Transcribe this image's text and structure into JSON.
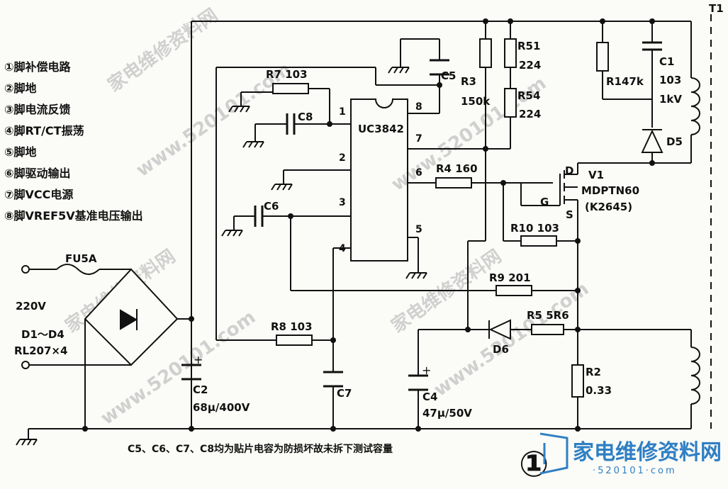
{
  "legend": [
    "①脚补偿电路",
    "②脚地",
    "③脚电流反馈",
    "④脚RT/CT振荡",
    "⑤脚地",
    "⑥脚驱动输出",
    "⑦脚VCC电源",
    "⑧脚VREF5V基准电压输出"
  ],
  "ic": {
    "name": "UC3842",
    "pins": [
      "1",
      "2",
      "3",
      "4",
      "5",
      "6",
      "7",
      "8"
    ]
  },
  "components": {
    "r7": "R7  103",
    "c8": "C8",
    "c5": "C5",
    "c6": "C6",
    "r3_name": "R3",
    "r3_value": "150k",
    "r51_name": "R51",
    "r51_value": "224",
    "r54_name": "R54",
    "r54_value": "224",
    "r1": "R147k",
    "c1_name": "C1",
    "c1_value": "103",
    "c1_voltage": "1kV",
    "d5": "D5",
    "t1": "T1",
    "r4": "R4  160",
    "v1_name": "V1",
    "v1_model": "MDPTN60",
    "v1_part": "(K2645)",
    "g": "G",
    "d": "D",
    "s": "S",
    "r10": "R10  103",
    "r9": "R9  201",
    "fuse": "FU5A",
    "mains": "220V",
    "bridge_name": "D1～D4",
    "bridge_value": "RL207×4",
    "r8": "R8  103",
    "c2_name": "C2",
    "c2_value": "68μ/400V",
    "c7": "C7",
    "c4_name": "C4",
    "c4_value": "47μ/50V",
    "d6": "D6",
    "r5": "R5  5R6",
    "r2_name": "R2",
    "r2_value": "0.33"
  },
  "footnote": "C5、C6、C7、C8均为贴片电容为防损坏故未拆下测试容量",
  "figure_number": "①",
  "watermark": {
    "url": "www.520101.com",
    "site_name": "家电维修资料网"
  },
  "logo": {
    "text": "家电维修资料网",
    "url": "·520101·com"
  }
}
